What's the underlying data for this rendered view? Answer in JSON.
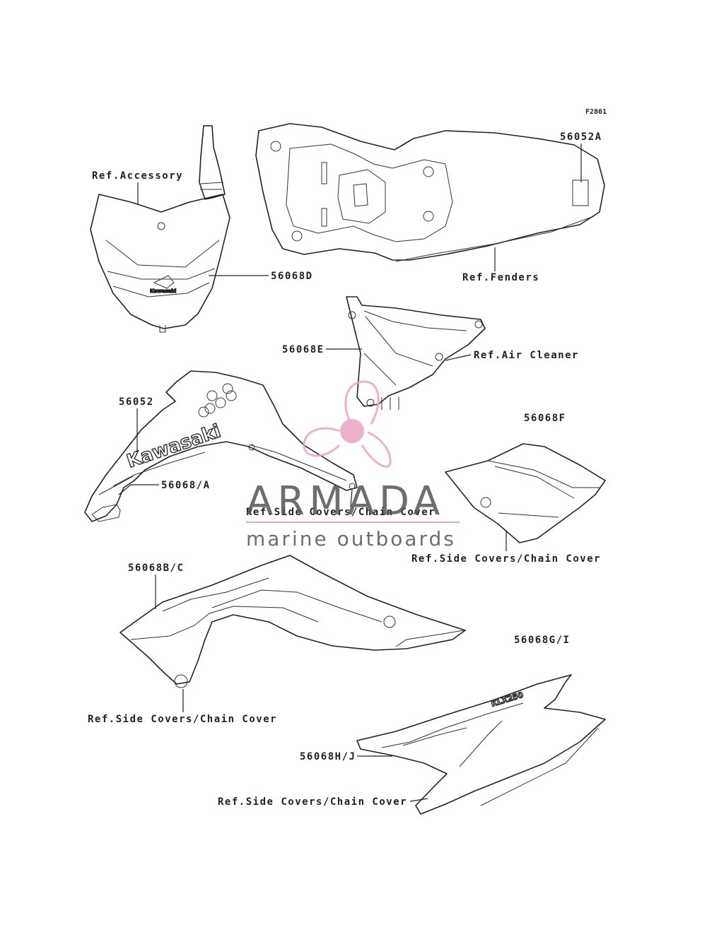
{
  "figure_code": "F2861",
  "labels": {
    "ref_accessory": "Ref.Accessory",
    "p56068D": "56068D",
    "p56052A": "56052A",
    "ref_fenders": "Ref.Fenders",
    "p56068E": "56068E",
    "ref_air_cleaner": "Ref.Air Cleaner",
    "p56052": "56052",
    "p56068A": "56068/A",
    "ref_side_covers_1": "Ref.Side Covers/Chain Cover",
    "p56068F": "56068F",
    "ref_side_covers_2": "Ref.Side Covers/Chain Cover",
    "p56068BC": "56068B/C",
    "p56068GI": "56068G/I",
    "ref_side_covers_3": "Ref.Side Covers/Chain Cover",
    "p56068HJ": "56068H/J",
    "ref_side_covers_4": "Ref.Side Covers/Chain Cover"
  },
  "decals": {
    "kawasaki": "Kawasaki",
    "kawasaki_small": "Kawasaki",
    "model": "KLX250"
  },
  "watermark": {
    "title": "ARMADA",
    "subtitle": "marine outboards",
    "color": "#e9a4c4"
  }
}
